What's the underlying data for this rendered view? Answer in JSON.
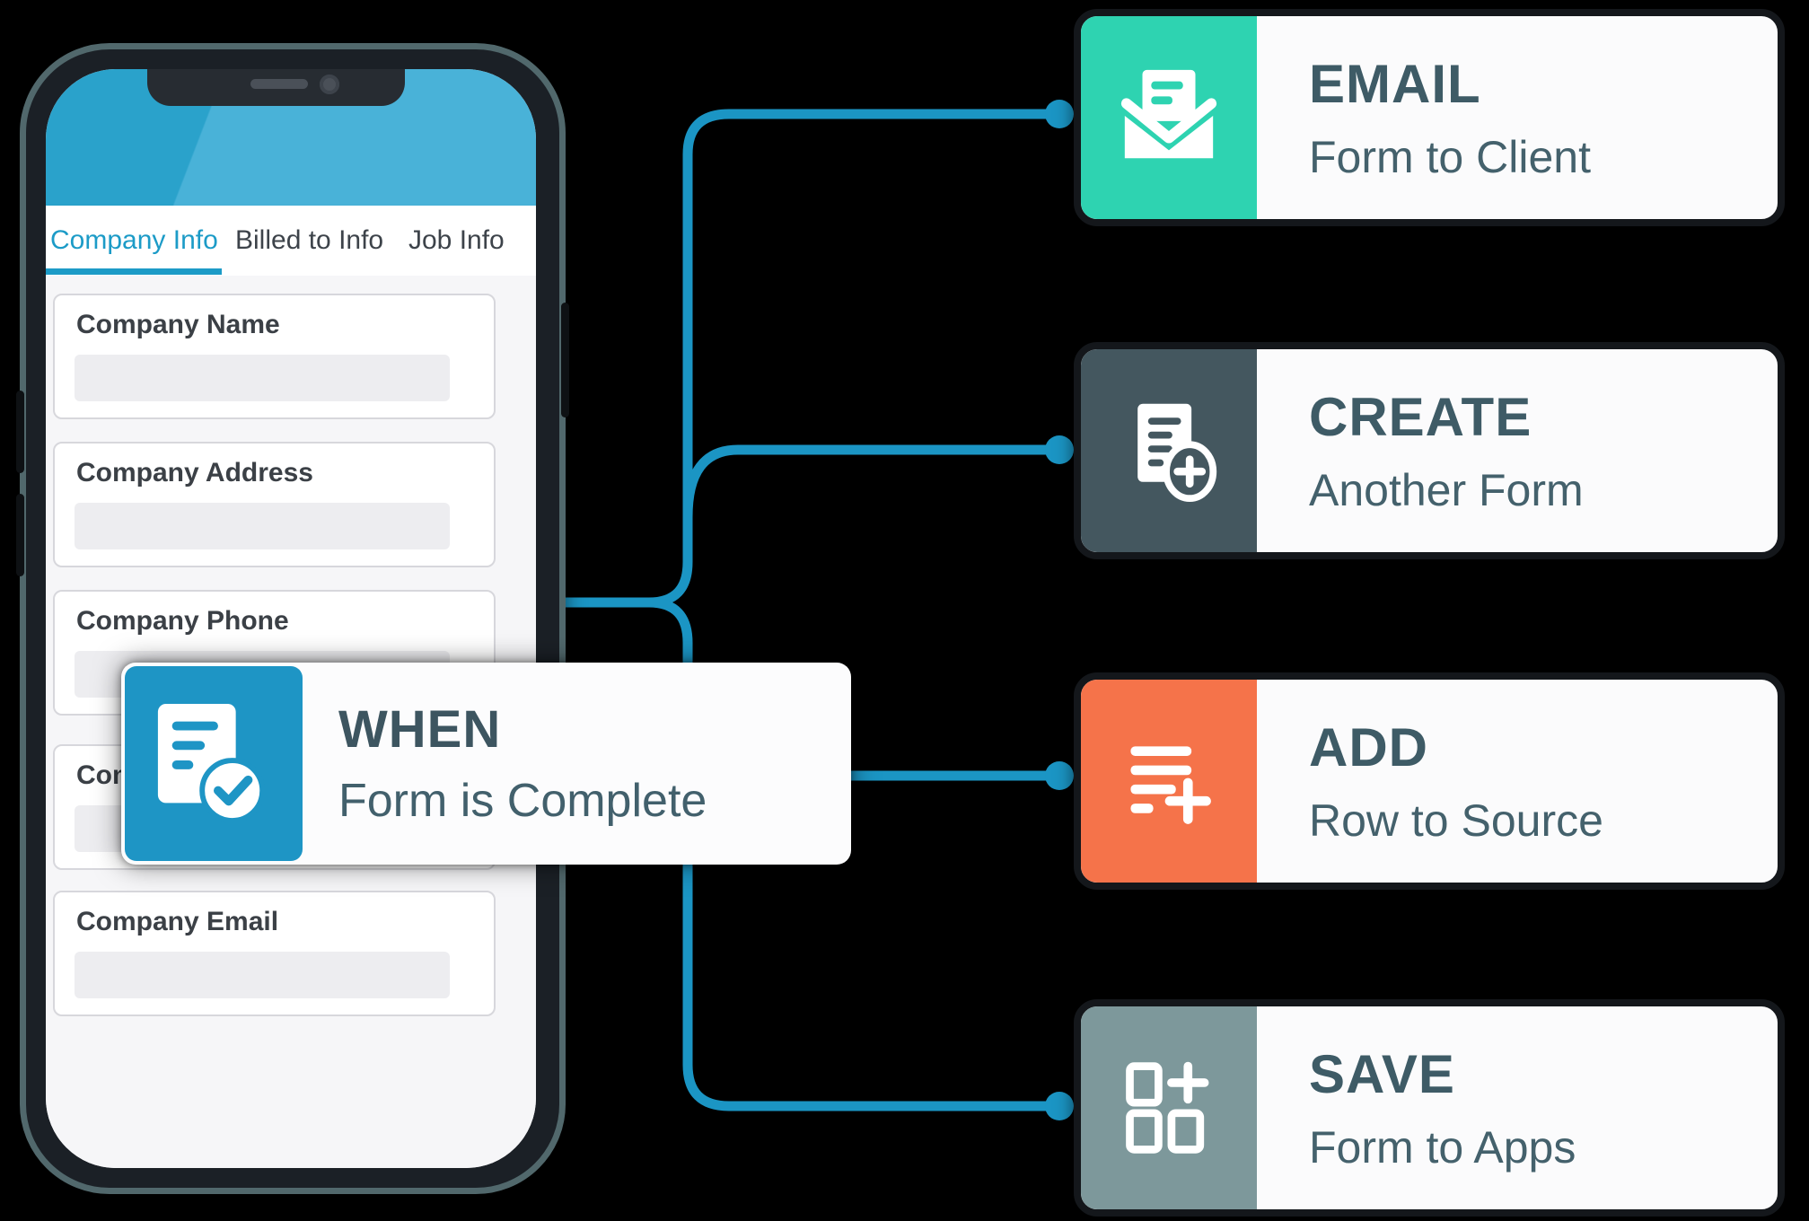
{
  "canvas": {
    "background": "#000000"
  },
  "connector": {
    "color": "#1b95c4"
  },
  "phone": {
    "frame_color": "#1b2026",
    "frame_edge_color": "#51686c",
    "header_colors": {
      "left": "#2aa2cb",
      "right": "#49b2d8"
    },
    "tabs": [
      {
        "label": "Company Info",
        "active": true
      },
      {
        "label": "Billed to Info",
        "active": false
      },
      {
        "label": "Job Info",
        "active": false
      }
    ],
    "fields": [
      {
        "label": "Company Name"
      },
      {
        "label": "Company Address"
      },
      {
        "label": "Company Phone"
      },
      {
        "label": "Com"
      },
      {
        "label": "Company Email"
      }
    ]
  },
  "when_card": {
    "title": "WHEN",
    "subtitle": "Form is Complete",
    "color": "#1e95c5",
    "icon": "form-complete-check-icon"
  },
  "action_cards": [
    {
      "title": "EMAIL",
      "subtitle": "Form to Client",
      "color": "#2ed3b1",
      "icon": "email-envelope-icon"
    },
    {
      "title": "CREATE",
      "subtitle": "Another Form",
      "color": "#44575f",
      "icon": "create-document-plus-icon"
    },
    {
      "title": "ADD",
      "subtitle": "Row to Source",
      "color": "#f5734a",
      "icon": "add-row-plus-icon"
    },
    {
      "title": "SAVE",
      "subtitle": "Form to Apps",
      "color": "#7d989b",
      "icon": "save-grid-plus-icon"
    }
  ]
}
